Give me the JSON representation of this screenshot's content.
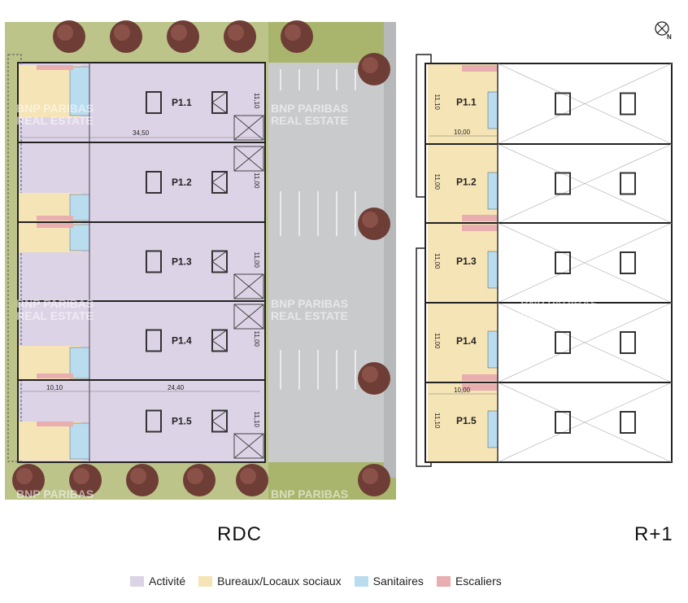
{
  "plans": {
    "ground": {
      "title": "RDC",
      "units": [
        "P1.1",
        "P1.2",
        "P1.3",
        "P1.4",
        "P1.5"
      ],
      "dimensions": {
        "total_length": "34,50",
        "office_width": "10,10",
        "activity_width": "24,40",
        "row_depths": [
          "11,10",
          "11,00",
          "11,00",
          "11,00",
          "11,10"
        ]
      }
    },
    "upper": {
      "title": "R+1",
      "units": [
        "P1.1",
        "P1.2",
        "P1.3",
        "P1.4",
        "P1.5"
      ],
      "dimensions": {
        "office_width_top": "10,00",
        "office_width_bottom": "10,00",
        "row_depths": [
          "11,10",
          "11,00",
          "11,00",
          "11,00",
          "11,10"
        ]
      }
    }
  },
  "watermark": [
    "BNP PARIBAS",
    "REAL ESTATE"
  ],
  "compass": {
    "label": "N"
  },
  "legend": [
    {
      "label": "Activité",
      "color": "#ddd3e6"
    },
    {
      "label": "Bureaux/Locaux sociaux",
      "color": "#f5e4b5"
    },
    {
      "label": "Sanitaires",
      "color": "#b9dcef"
    },
    {
      "label": "Escaliers",
      "color": "#e8aeb0"
    }
  ]
}
